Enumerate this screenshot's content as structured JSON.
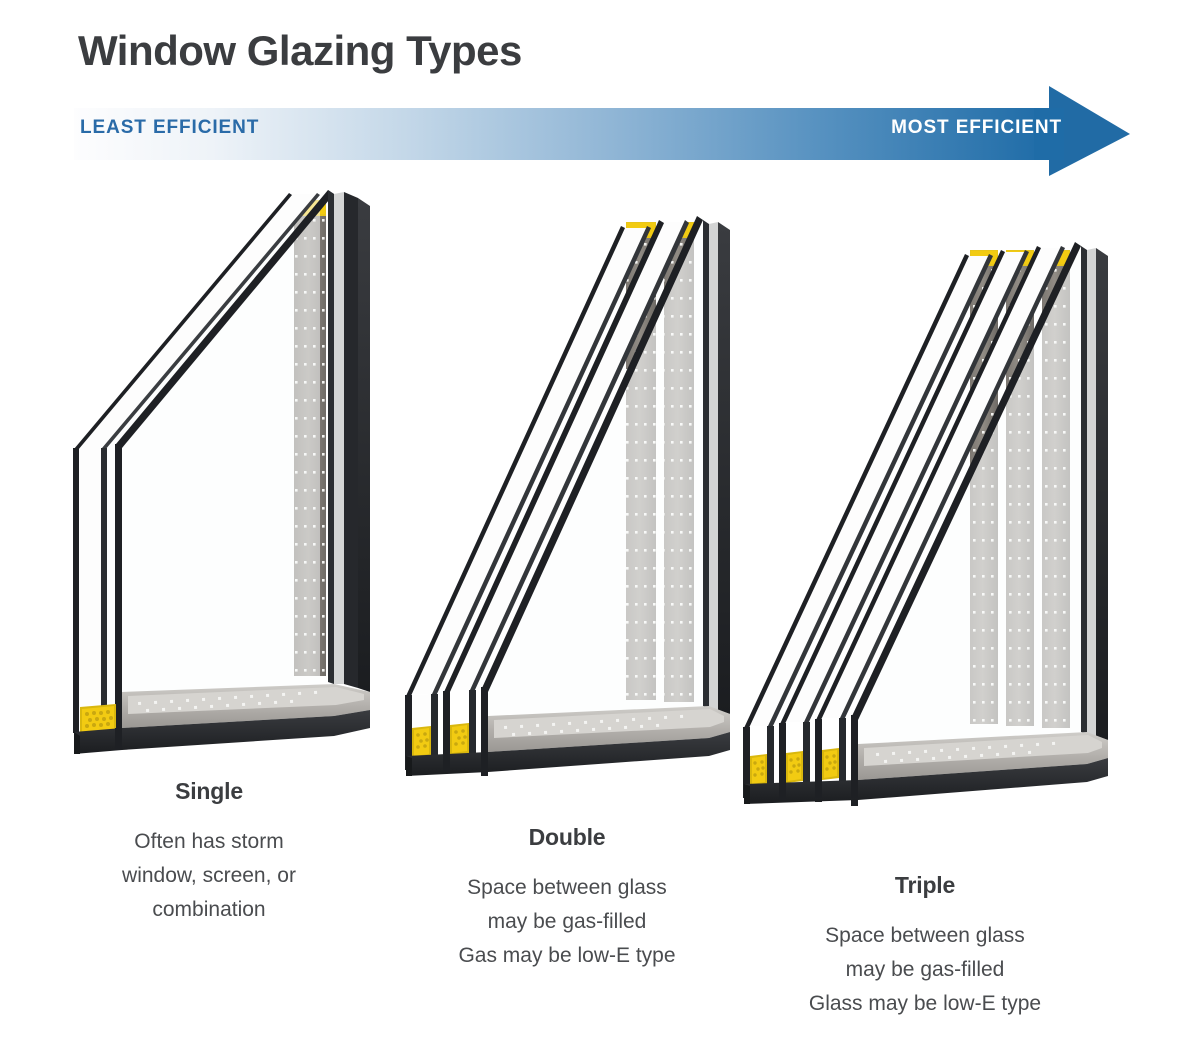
{
  "header": {
    "title": "Window Glazing Types"
  },
  "efficiency_scale": {
    "least_label": "LEAST EFFICIENT",
    "most_label": "MOST EFFICIENT",
    "gradient_start_color": "#fdfdfe",
    "gradient_end_color": "#1c6aa6",
    "least_text_color": "#2a6ba8",
    "most_text_color": "#ffffff",
    "direction": "left-to-right"
  },
  "glazing_types": [
    {
      "id": "single",
      "name": "Single",
      "panes": 1,
      "cavities": 1,
      "description_lines": [
        "Often has storm",
        "window, screen, or",
        "combination"
      ]
    },
    {
      "id": "double",
      "name": "Double",
      "panes": 2,
      "cavities": 2,
      "description_lines": [
        "Space between glass",
        "may be gas-filled",
        "Gas may be low-E type"
      ]
    },
    {
      "id": "triple",
      "name": "Triple",
      "panes": 3,
      "cavities": 3,
      "description_lines": [
        "Space between glass",
        "may be gas-filled",
        "Glass may be low-E type"
      ]
    }
  ],
  "diagram_colors": {
    "glass_edge": "#1e2024",
    "glass_face": "#fbfcfc",
    "spacer_gray": "#8b8680",
    "spacer_light": "#b9b6b1",
    "frame_dark": "#26282b",
    "desiccant_yellow": "#f2cb12",
    "background": "#ffffff"
  }
}
